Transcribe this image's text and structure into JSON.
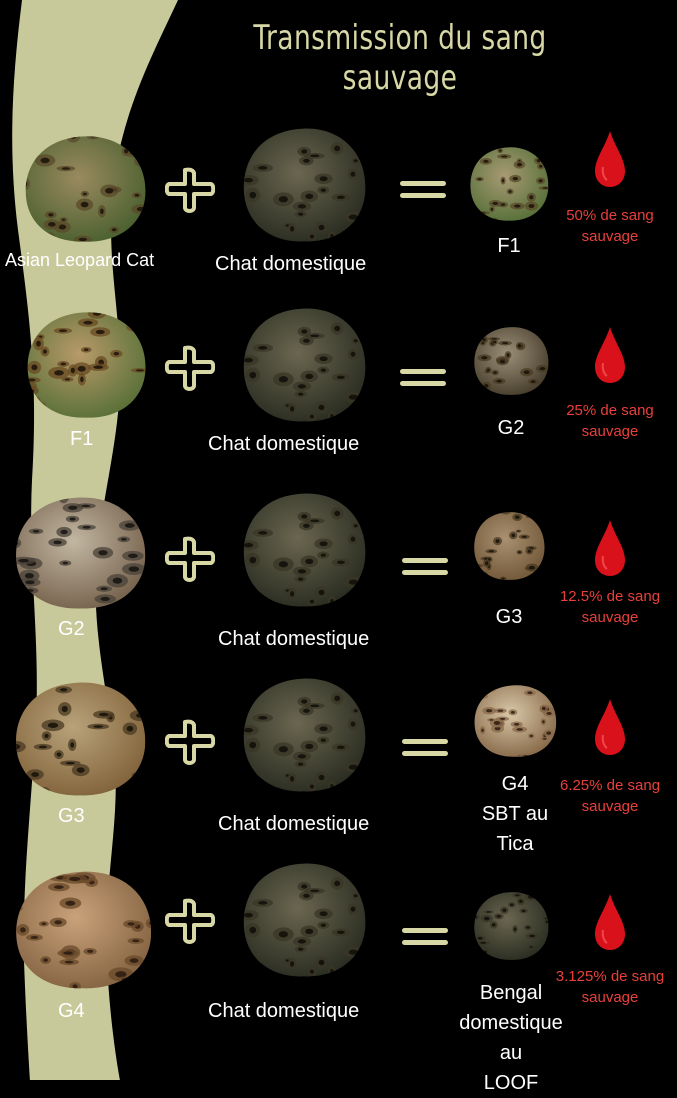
{
  "title": "Transmission du sang sauvage",
  "colors": {
    "ribbon": "#c8c99a",
    "background": "#000000",
    "accent_red": "#d8111b",
    "percent_text": "#e8403a",
    "title": "#d8d8a6"
  },
  "rows": [
    {
      "parent_label": "Asian Leopard Cat",
      "partner_label": "Chat domestique",
      "result_label": [
        "F1"
      ],
      "blood_line1": "50% de sang",
      "blood_line2": "sauvage",
      "blood_fraction": 0.5
    },
    {
      "parent_label": "F1",
      "partner_label": "Chat domestique",
      "result_label": [
        "G2"
      ],
      "blood_line1": "25% de sang",
      "blood_line2": "sauvage",
      "blood_fraction": 0.25
    },
    {
      "parent_label": "G2",
      "partner_label": "Chat domestique",
      "result_label": [
        "G3"
      ],
      "blood_line1": "12.5% de sang",
      "blood_line2": "sauvage",
      "blood_fraction": 0.125
    },
    {
      "parent_label": "G3",
      "partner_label": "Chat domestique",
      "result_label": [
        "G4",
        "SBT au",
        "Tica"
      ],
      "blood_line1": "6.25% de sang",
      "blood_line2": "sauvage",
      "blood_fraction": 0.0625
    },
    {
      "parent_label": "G4",
      "partner_label": "Chat domestique",
      "result_label": [
        "Bengal",
        "domestique au",
        "LOOF"
      ],
      "blood_line1": "3.125% de sang",
      "blood_line2": "sauvage",
      "blood_fraction": 0.03125
    }
  ],
  "icons": {
    "plus": "plus-icon",
    "equals": "equals-icon",
    "blood": "blood-drop-icon"
  }
}
